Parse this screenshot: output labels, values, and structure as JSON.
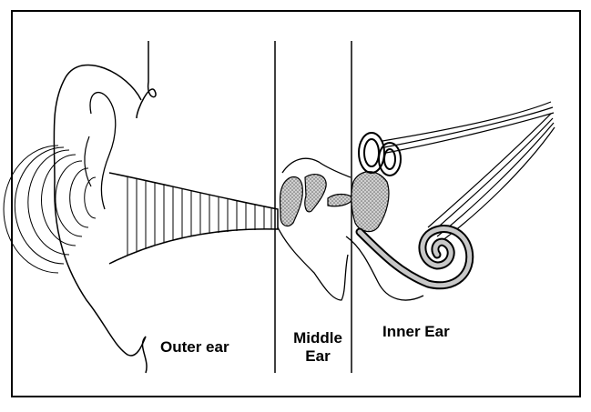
{
  "labels": {
    "outer": "Outer ear",
    "middle": "Middle\nEar",
    "inner": "Inner Ear"
  },
  "colors": {
    "stroke": "#000000",
    "fill_shade": "#b8b8b8",
    "background": "#ffffff"
  }
}
